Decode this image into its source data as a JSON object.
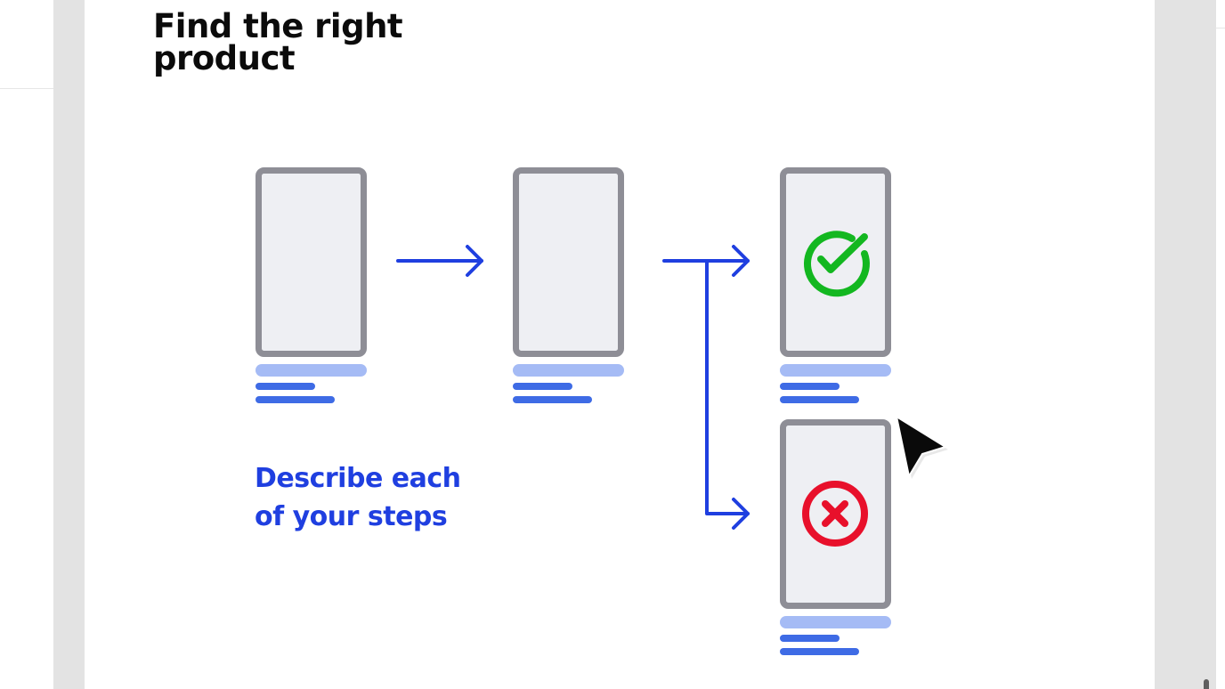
{
  "slide": {
    "title_line1": "Find the right",
    "title_line2": "product",
    "caption_line1": "Describe each",
    "caption_line2": "of your steps"
  },
  "diagram": {
    "screens": [
      {
        "name": "step-1",
        "status": "none"
      },
      {
        "name": "step-2",
        "status": "none"
      },
      {
        "name": "outcome-success",
        "status": "success",
        "icon": "check-circle-icon"
      },
      {
        "name": "outcome-failure",
        "status": "failure",
        "icon": "x-circle-icon"
      }
    ],
    "icons": [
      "right-arrow-icon",
      "branch-arrow-icon",
      "check-circle-icon",
      "x-circle-icon",
      "mouse-cursor-icon"
    ]
  },
  "colors": {
    "title": "#0b0b0b",
    "accent_blue": "#1f3fe0",
    "text_line_blue": "#3e6be5",
    "text_line_light": "#a5bbf5",
    "frame_gray": "#8e8e96",
    "screen_fill": "#eeeff3",
    "success": "#13b720",
    "failure": "#e8102b",
    "side_band": "#e3e3e3"
  }
}
